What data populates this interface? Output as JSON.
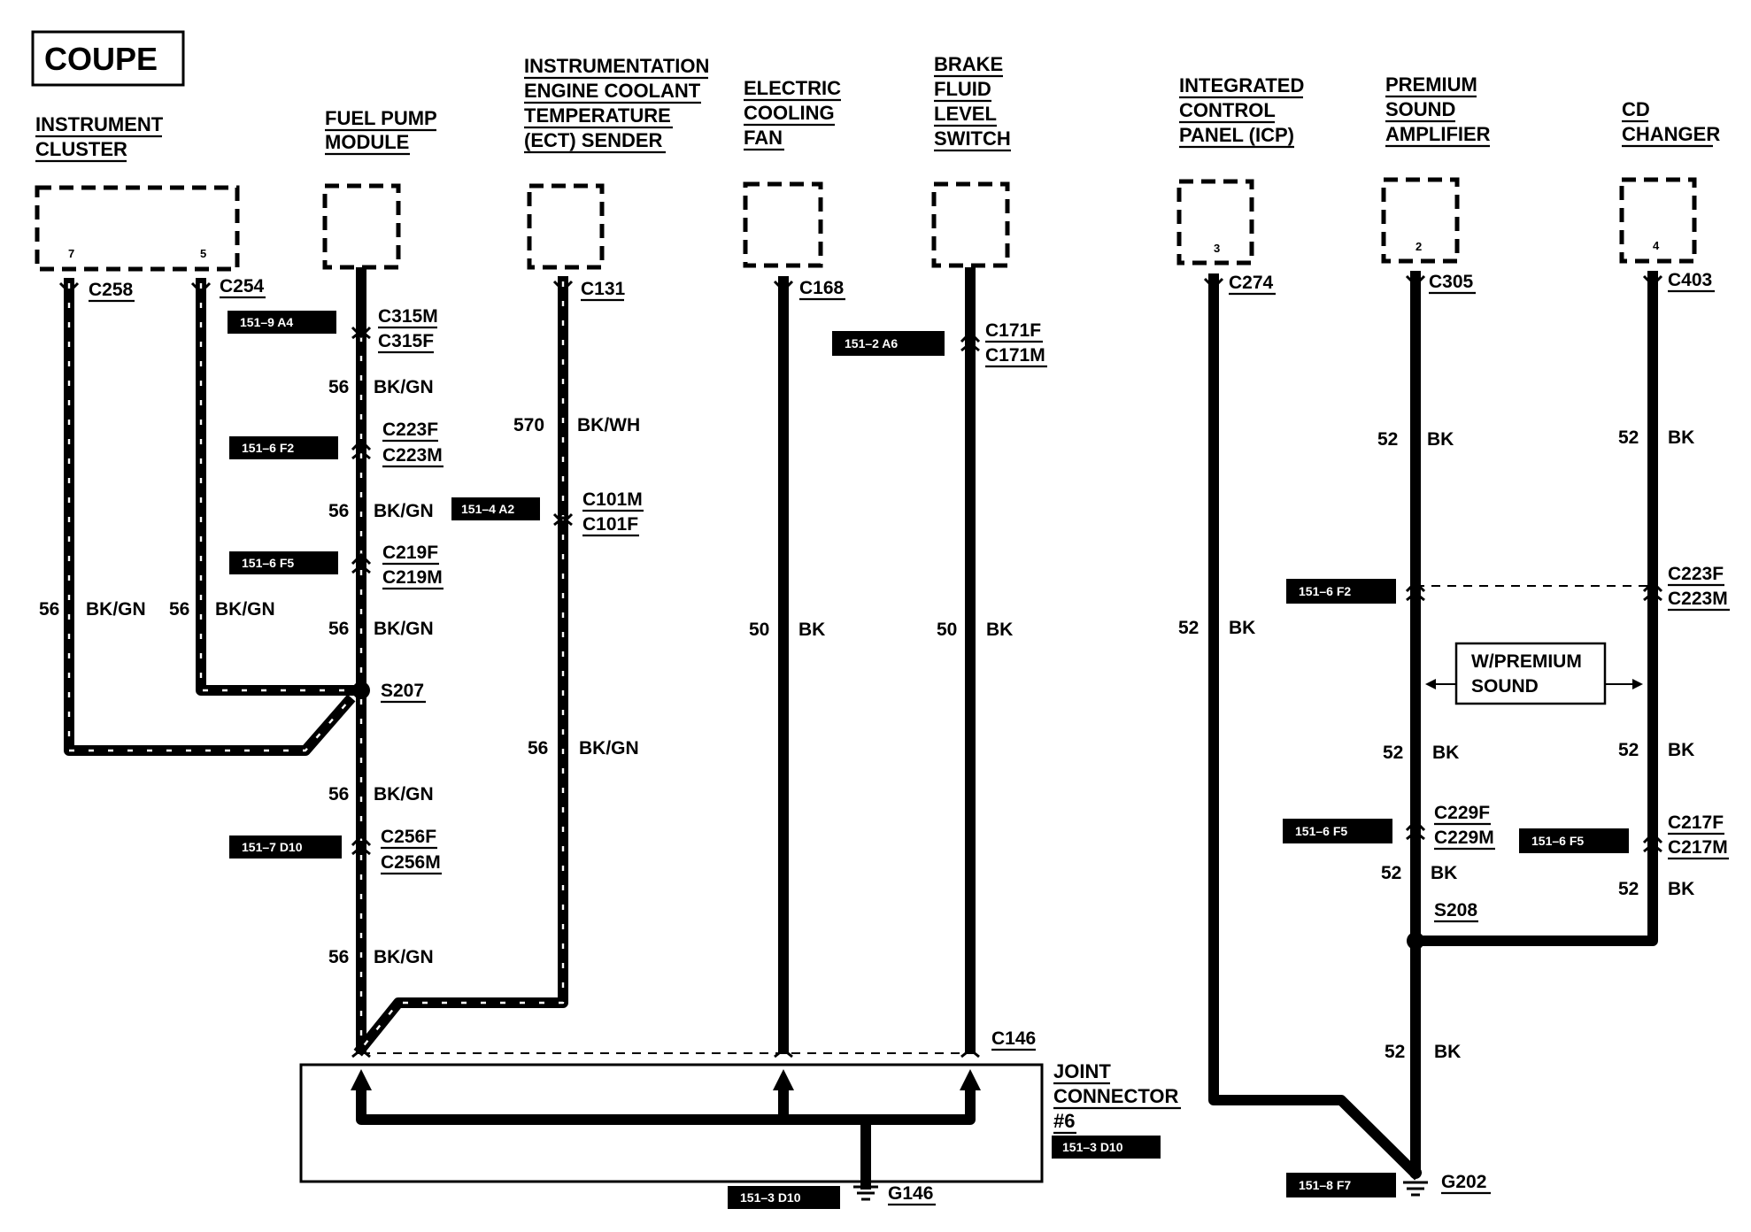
{
  "title": "COUPE",
  "components": {
    "instrument_cluster": [
      "INSTRUMENT",
      "CLUSTER"
    ],
    "fuel_pump_module": [
      "FUEL PUMP",
      "MODULE"
    ],
    "ect_sender": [
      "INSTRUMENTATION",
      "ENGINE COOLANT",
      "TEMPERATURE",
      "(ECT) SENDER"
    ],
    "cooling_fan": [
      "ELECTRIC",
      "COOLING",
      "FAN"
    ],
    "brake_fluid_switch": [
      "BRAKE",
      "FLUID",
      "LEVEL",
      "SWITCH"
    ],
    "icp": [
      "INTEGRATED",
      "CONTROL",
      "PANEL (ICP)"
    ],
    "premium_amp": [
      "PREMIUM",
      "SOUND",
      "AMPLIFIER"
    ],
    "cd_changer": [
      "CD",
      "CHANGER"
    ],
    "joint_connector": [
      "JOINT",
      "CONNECTOR",
      "#6"
    ]
  },
  "pins": {
    "ic_a": "7",
    "ic_b": "5",
    "icp": "3",
    "amp": "2",
    "cd": "4"
  },
  "connectors": {
    "c258": "C258",
    "c254": "C254",
    "c315m": "C315M",
    "c315f": "C315F",
    "c223f_a": "C223F",
    "c223m_a": "C223M",
    "c219f": "C219F",
    "c219m": "C219M",
    "s207": "S207",
    "c256f": "C256F",
    "c256m": "C256M",
    "c131": "C131",
    "c101m": "C101M",
    "c101f": "C101F",
    "c168": "C168",
    "c171f": "C171F",
    "c171m": "C171M",
    "c146": "C146",
    "c274": "C274",
    "c305": "C305",
    "c403": "C403",
    "c223f_b": "C223F",
    "c223m_b": "C223M",
    "c229f": "C229F",
    "c229m": "C229M",
    "c217f": "C217F",
    "c217m": "C217M",
    "s208": "S208",
    "g146": "G146",
    "g202": "G202"
  },
  "wires": {
    "ic1": [
      "56",
      "BK/GN"
    ],
    "ic2": [
      "56",
      "BK/GN"
    ],
    "fp1": [
      "56",
      "BK/GN"
    ],
    "fp2": [
      "56",
      "BK/GN"
    ],
    "fp3": [
      "56",
      "BK/GN"
    ],
    "fp4": [
      "56",
      "BK/GN"
    ],
    "fp5": [
      "56",
      "BK/GN"
    ],
    "ect1": [
      "570",
      "BK/WH"
    ],
    "ect2": [
      "56",
      "BK/GN"
    ],
    "fan": [
      "50",
      "BK"
    ],
    "brake": [
      "50",
      "BK"
    ],
    "icp": [
      "52",
      "BK"
    ],
    "amp1": [
      "52",
      "BK"
    ],
    "amp2": [
      "52",
      "BK"
    ],
    "amp3": [
      "52",
      "BK"
    ],
    "amp4": [
      "52",
      "BK"
    ],
    "cd1": [
      "52",
      "BK"
    ],
    "cd2": [
      "52",
      "BK"
    ],
    "cd3": [
      "52",
      "BK"
    ]
  },
  "refs": {
    "r1": "151–9 A4",
    "r2": "151–6 F2",
    "r3": "151–6 F5",
    "r4": "151–7 D10",
    "r5": "151–4 A2",
    "r6": "151–2 A6",
    "r7": "151–6 F2",
    "r8": "151–6 F5",
    "r9": "151–6 F5",
    "r10": "151–3 D10",
    "r11": "151–3 D10",
    "r12": "151–8 F7"
  },
  "option_label": [
    "W/PREMIUM",
    "SOUND"
  ]
}
